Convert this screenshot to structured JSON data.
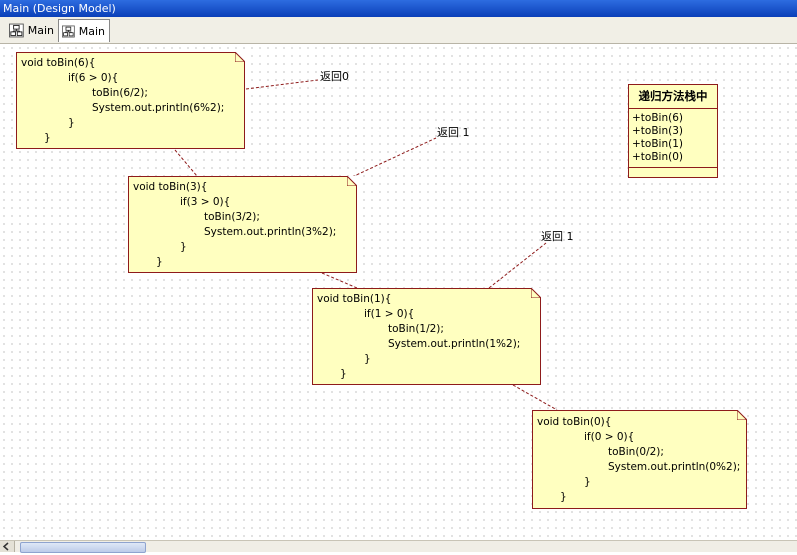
{
  "window": {
    "title": "Main (Design Model)"
  },
  "tabs": [
    {
      "label": "Main"
    },
    {
      "label": "Main"
    }
  ],
  "notes": [
    {
      "lines": [
        "void toBin(6){",
        "if(6 > 0){",
        "toBin(6/2);",
        "System.out.println(6%2);",
        "}",
        "}"
      ]
    },
    {
      "lines": [
        "void toBin(3){",
        "if(3 > 0){",
        "toBin(3/2);",
        "System.out.println(3%2);",
        "}",
        "}"
      ]
    },
    {
      "lines": [
        "void toBin(1){",
        "if(1 > 0){",
        "toBin(1/2);",
        "System.out.println(1%2);",
        "}",
        "}"
      ]
    },
    {
      "lines": [
        "void toBin(0){",
        "if(0 > 0){",
        "toBin(0/2);",
        "System.out.println(0%2);",
        "}",
        "}"
      ]
    }
  ],
  "labels": [
    {
      "text": "返回0"
    },
    {
      "text": "返回 1"
    },
    {
      "text": "返回 1"
    }
  ],
  "stack_class": {
    "name": "递归方法栈中",
    "operations": [
      "+toBin(6)",
      "+toBin(3)",
      "+toBin(1)",
      "+toBin(0)"
    ]
  },
  "colors": {
    "note_fill": "#ffffc0",
    "note_border": "#8e1b1b",
    "titlebar": "#0a3fb8"
  }
}
